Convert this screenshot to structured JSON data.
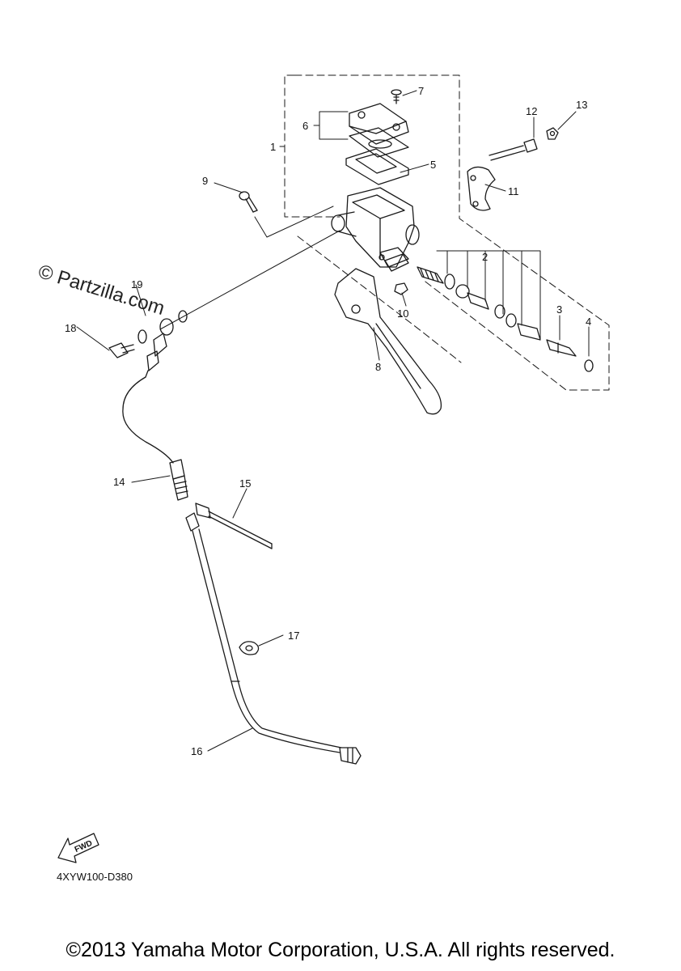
{
  "watermark": "© Partzilla.com",
  "drawing_code": "4XYW100-D380",
  "fwd_label": "FWD",
  "copyright": "©2013 Yamaha Motor Corporation, U.S.A. All rights reserved.",
  "callouts": [
    "1",
    "2",
    "3",
    "4",
    "5",
    "6",
    "7",
    "8",
    "9",
    "10",
    "11",
    "12",
    "13",
    "14",
    "15",
    "16",
    "17",
    "18",
    "19"
  ],
  "colors": {
    "line": "#1a1a1a",
    "background": "#ffffff"
  }
}
